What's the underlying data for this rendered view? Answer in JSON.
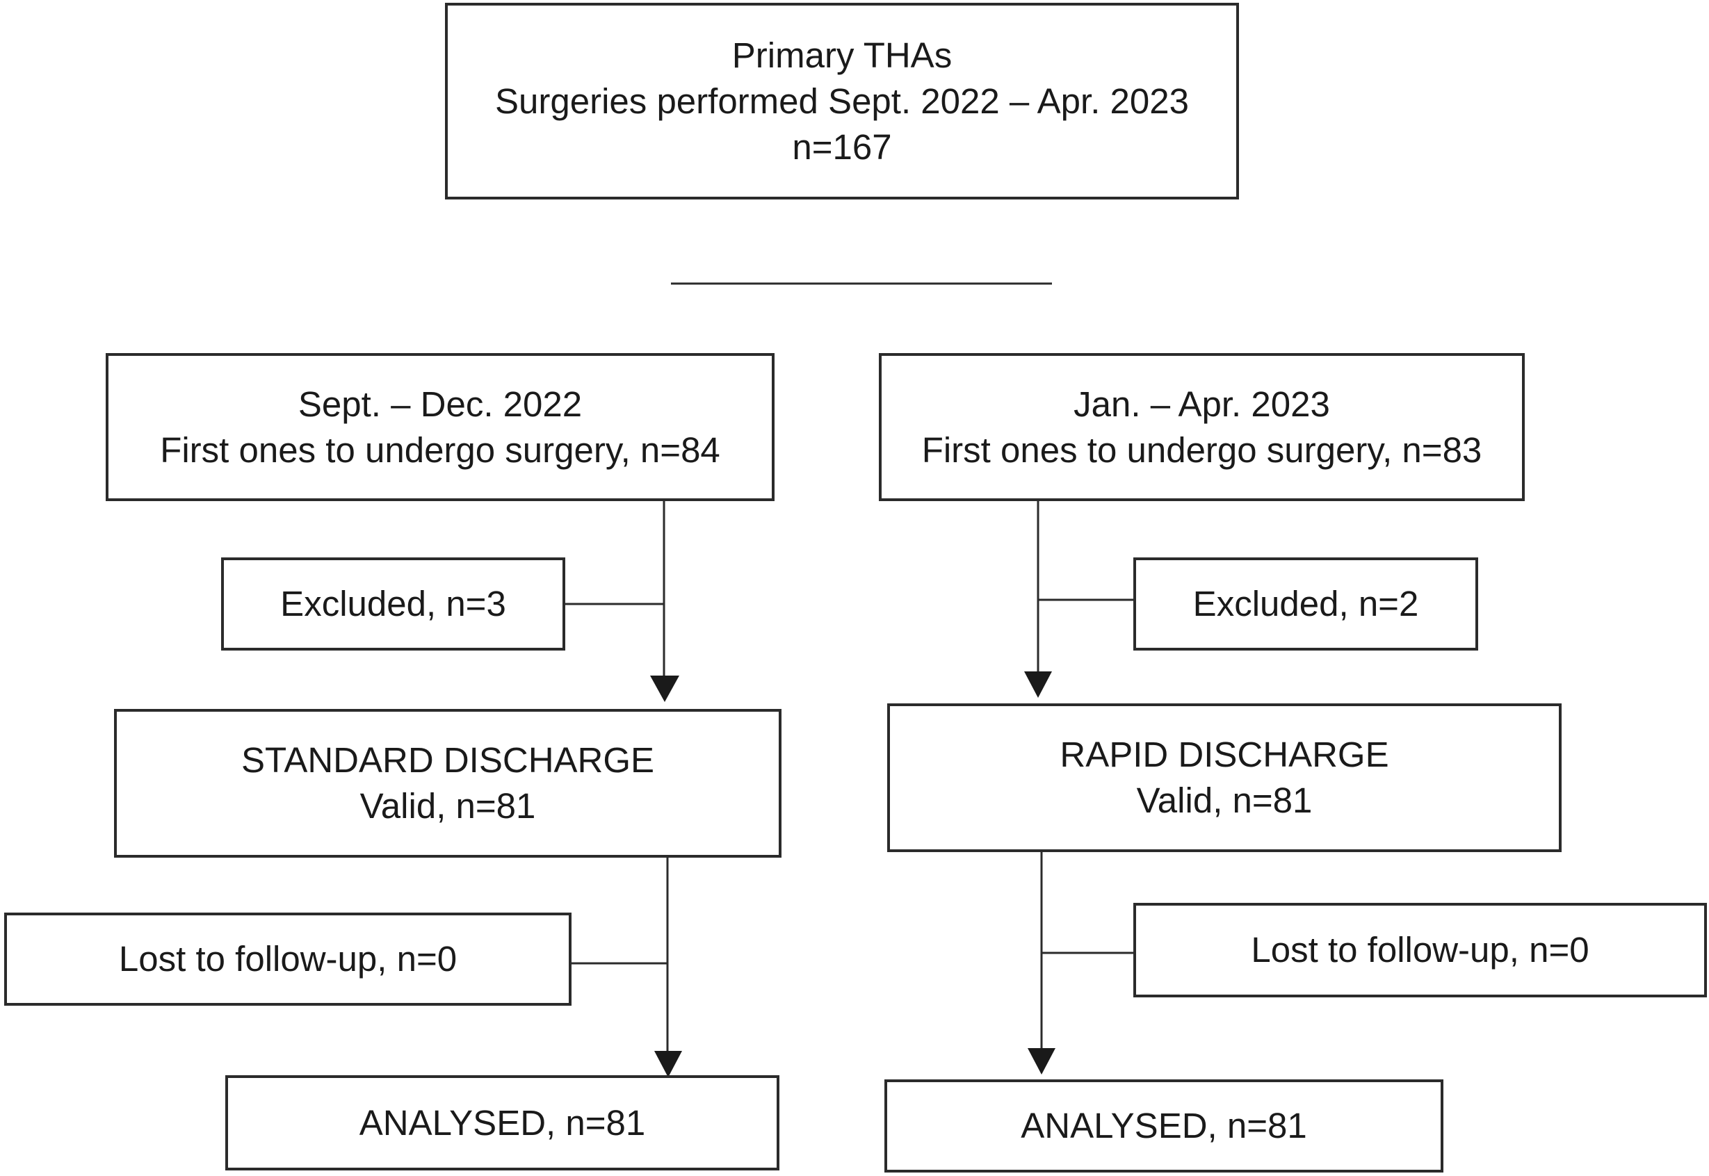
{
  "diagram": {
    "type": "flowchart",
    "top": {
      "line1": "Primary THAs",
      "line2": "Surgeries performed Sept. 2022 – Apr. 2023",
      "line3": "n=167"
    },
    "left": {
      "period": "Sept. – Dec. 2022",
      "cohort": "First ones to undergo surgery, n=84",
      "excluded": "Excluded, n=3",
      "group": "STANDARD DISCHARGE",
      "valid": "Valid, n=81",
      "lost": "Lost to follow-up, n=0",
      "analysed": "ANALYSED, n=81"
    },
    "right": {
      "period": "Jan. – Apr. 2023",
      "cohort": "First ones to undergo surgery, n=83",
      "excluded": "Excluded, n=2",
      "group": "RAPID DISCHARGE",
      "valid": "Valid, n=81",
      "lost": "Lost to follow-up, n=0",
      "analysed": "ANALYSED, n=81"
    },
    "colors": {
      "line": "#2b2b2b",
      "background": "#ffffff"
    }
  }
}
